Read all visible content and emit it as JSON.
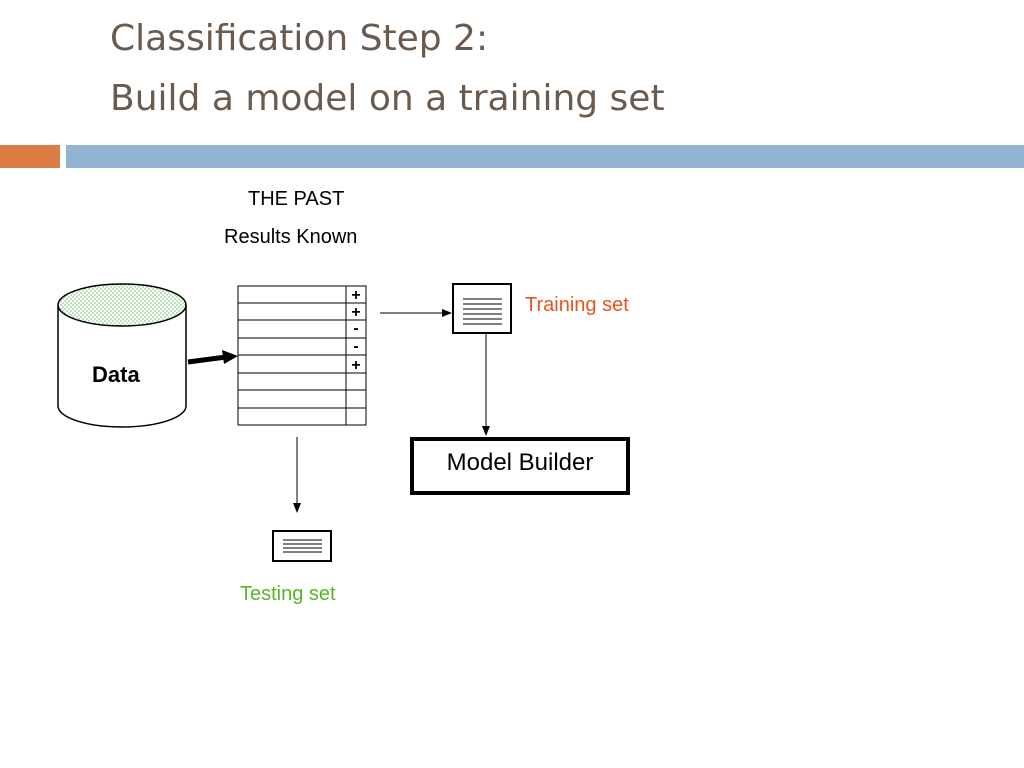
{
  "slide": {
    "title_line1": "Classification Step 2:",
    "title_line2": "Build a model on a training set",
    "accent_colors": {
      "title": "#6b5a4e",
      "bar_orange": "#dd7d43",
      "bar_blue": "#93b3d3"
    }
  },
  "diagram": {
    "header_past": "THE PAST",
    "header_results": "Results Known",
    "data_label": "Data",
    "table_signs": [
      "+",
      "+",
      "-",
      "-",
      "+"
    ],
    "training_label": "Training set",
    "training_color": "#e8541a",
    "testing_label": "Testing set",
    "testing_color": "#59b526",
    "model_builder_label": "Model Builder"
  }
}
